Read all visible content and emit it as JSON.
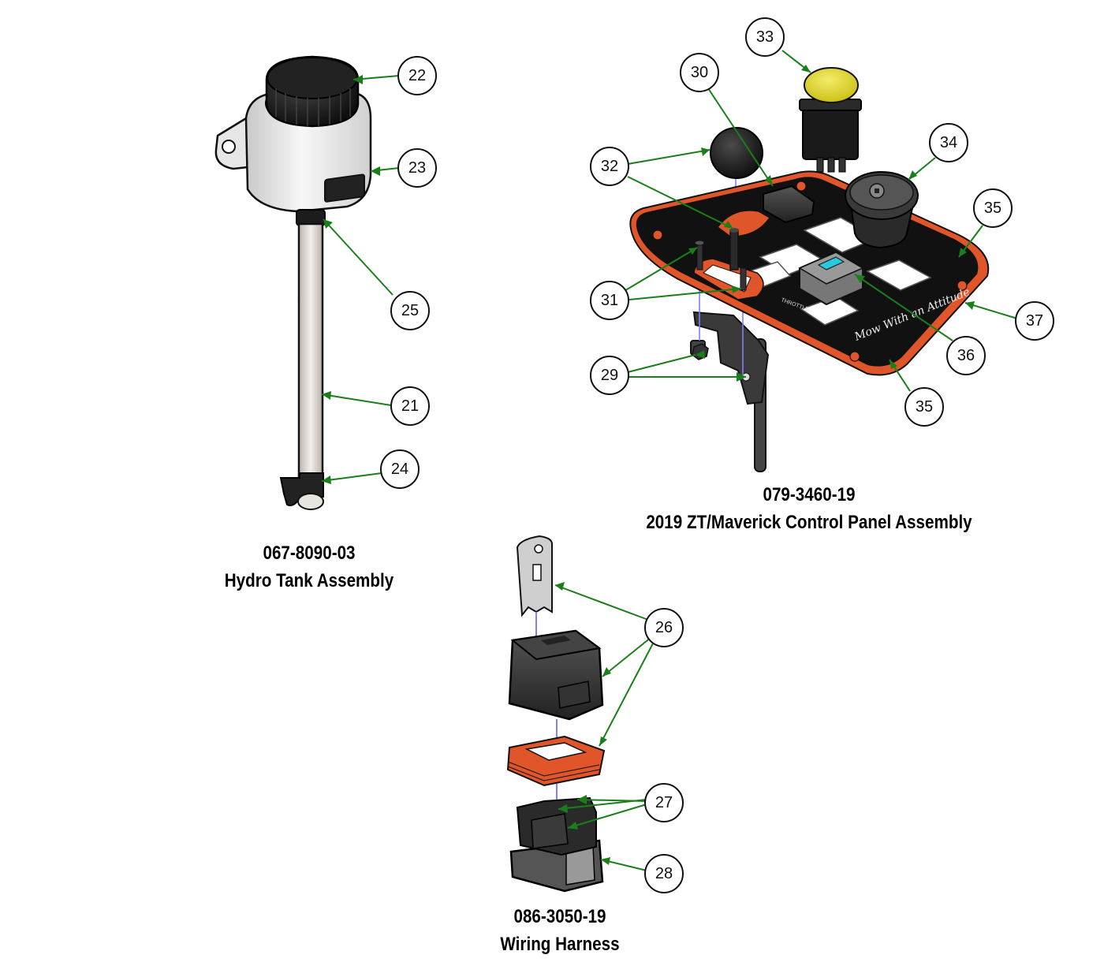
{
  "assemblies": {
    "hydro_tank": {
      "part_number": "067-8090-03",
      "title": "Hydro Tank Assembly"
    },
    "control_panel": {
      "part_number": "079-3460-19",
      "title": "2019 ZT/Maverick Control Panel Assembly"
    },
    "wiring_harness": {
      "part_number": "086-3050-19",
      "title": "Wiring Harness"
    }
  },
  "callouts": {
    "c21": "21",
    "c22": "22",
    "c23": "23",
    "c24": "24",
    "c25": "25",
    "c26": "26",
    "c27": "27",
    "c28": "28",
    "c29": "29",
    "c30": "30",
    "c31": "31",
    "c32": "32",
    "c33": "33",
    "c34": "34",
    "c35a": "35",
    "c35b": "35",
    "c36": "36",
    "c37": "37"
  },
  "panel_decal": {
    "slogan": "Mow With an Attitude",
    "throttle": "THROTTLE"
  },
  "colors": {
    "leader_line": "#1a7f1a",
    "panel_border": "#e0552a",
    "button_yellow": "#e6dc2a",
    "indicator_blue": "#28c8e0"
  }
}
